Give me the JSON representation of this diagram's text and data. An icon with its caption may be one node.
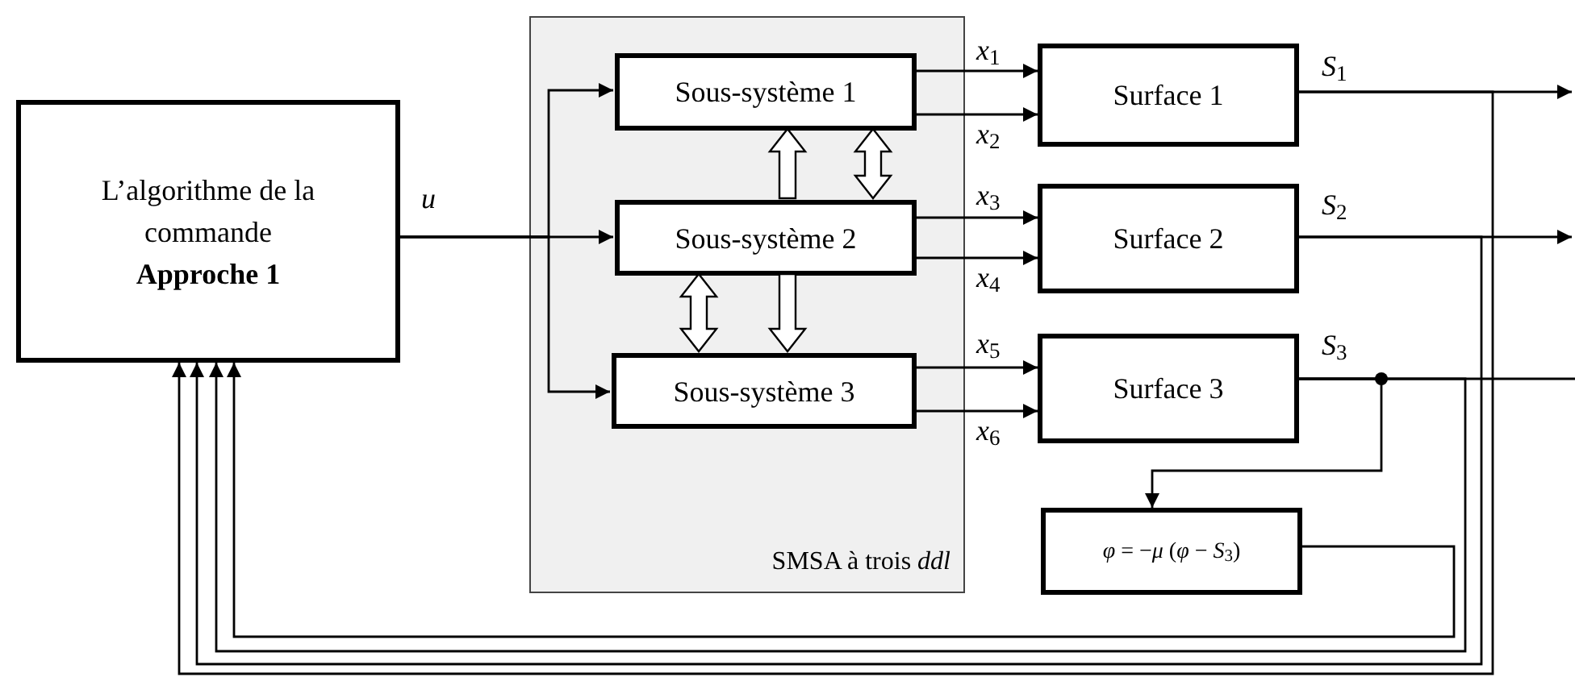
{
  "diagram": {
    "nodes": [
      {
        "text": [
          "L’algorithme de la commande",
          "Approche 1"
        ]
      },
      {
        "text": [
          "SMSA à trois *ddl*"
        ]
      },
      {
        "text": [
          "Sous-système 1"
        ],
        "in": 1
      },
      {
        "text": [
          "Sous-système 2"
        ],
        "in": 1
      },
      {
        "text": [
          "Sous-système 3"
        ],
        "in": 1
      },
      {
        "text": [
          "Surface 1"
        ]
      },
      {
        "text": [
          "Surface 2"
        ]
      },
      {
        "text": [
          "Surface 3"
        ]
      },
      {
        "text": [
          "*φ* = −*μ* (*φ* − *S*$_{3}$)"
        ]
      }
    ],
    "edges": [
      {
        "from": 0,
        "to": 3,
        "arrow": "to",
        "label": "*u*"
      },
      {
        "from": 0,
        "to": 2,
        "arrow": "to"
      },
      {
        "from": 0,
        "to": 4,
        "arrow": "to"
      },
      {
        "from": 2,
        "to": 5,
        "arrow": "to",
        "label": "*x*$_{1}$"
      },
      {
        "from": 2,
        "to": 5,
        "arrow": "to",
        "label": "*x*$_{2}$"
      },
      {
        "from": 3,
        "to": 6,
        "arrow": "to",
        "label": "*x*$_{3}$"
      },
      {
        "from": 3,
        "to": 6,
        "arrow": "to",
        "label": "*x*$_{4}$"
      },
      {
        "from": 4,
        "to": 7,
        "arrow": "to",
        "label": "*x*$_{5}$"
      },
      {
        "from": 4,
        "to": 7,
        "arrow": "to",
        "label": "*x*$_{6}$"
      },
      {
        "from": 3,
        "to": 2,
        "arrow": "to",
        "style": "thick"
      },
      {
        "from": 2,
        "to": 3,
        "arrow": "both",
        "style": "thick"
      },
      {
        "from": 3,
        "to": 4,
        "arrow": "both",
        "style": "thick"
      },
      {
        "from": 3,
        "to": 4,
        "arrow": "to",
        "style": "thick"
      },
      {
        "from": 5,
        "to": null,
        "arrow": "to",
        "label": "*S*$_{1}$"
      },
      {
        "from": 6,
        "to": null,
        "arrow": "to",
        "label": "*S*$_{2}$"
      },
      {
        "from": 7,
        "to": null,
        "arrow": "none",
        "label": "*S*$_{3}$"
      },
      {
        "from": 7,
        "to": 8,
        "arrow": "to"
      },
      {
        "from": 5,
        "to": 0,
        "arrow": "to"
      },
      {
        "from": 6,
        "to": 0,
        "arrow": "to"
      },
      {
        "from": 7,
        "to": 0,
        "arrow": "to"
      },
      {
        "from": 8,
        "to": 0,
        "arrow": "to"
      }
    ]
  }
}
